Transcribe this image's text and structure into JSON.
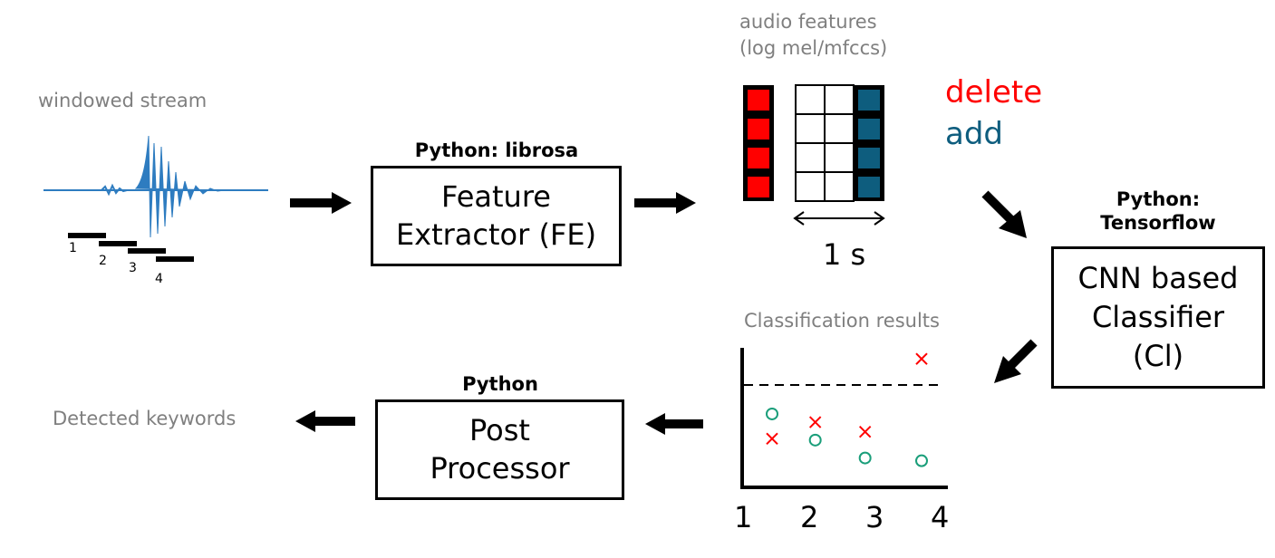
{
  "stream": {
    "label": "windowed stream",
    "window_numbers": [
      "1",
      "2",
      "3",
      "4"
    ]
  },
  "fe": {
    "tech": "Python: librosa",
    "line1": "Feature",
    "line2": "Extractor (FE)"
  },
  "features": {
    "label_line1": "audio features",
    "label_line2": "(log mel/mfccs)",
    "delete_label": "delete",
    "add_label": "add",
    "duration_label": "1 s",
    "delete_color": "#ff0000",
    "add_color": "#0e5d7e"
  },
  "ci": {
    "tech_line1": "Python:",
    "tech_line2": "Tensorflow",
    "line1": "CNN based",
    "line2": "Classifier",
    "line3": "(Cl)"
  },
  "results": {
    "title": "Classification results",
    "x_ticks": [
      "1",
      "2",
      "3",
      "4"
    ]
  },
  "pp": {
    "tech": "Python",
    "line1": "Post",
    "line2": "Processor"
  },
  "output": {
    "label": "Detected keywords"
  },
  "chart_data": {
    "type": "scatter",
    "title": "Classification results",
    "xlim": [
      1,
      4
    ],
    "ylim": [
      0,
      1
    ],
    "x_ticks": [
      "1",
      "2",
      "3",
      "4"
    ],
    "threshold": 0.73,
    "series": [
      {
        "marker": "x",
        "color": "#ff0000",
        "points": [
          [
            1.45,
            0.34
          ],
          [
            2.1,
            0.46
          ],
          [
            2.85,
            0.39
          ],
          [
            3.7,
            0.92
          ]
        ]
      },
      {
        "marker": "o",
        "color": "#1a9e7a",
        "points": [
          [
            1.45,
            0.52
          ],
          [
            2.1,
            0.33
          ],
          [
            2.85,
            0.2
          ],
          [
            3.7,
            0.18
          ]
        ]
      }
    ]
  }
}
